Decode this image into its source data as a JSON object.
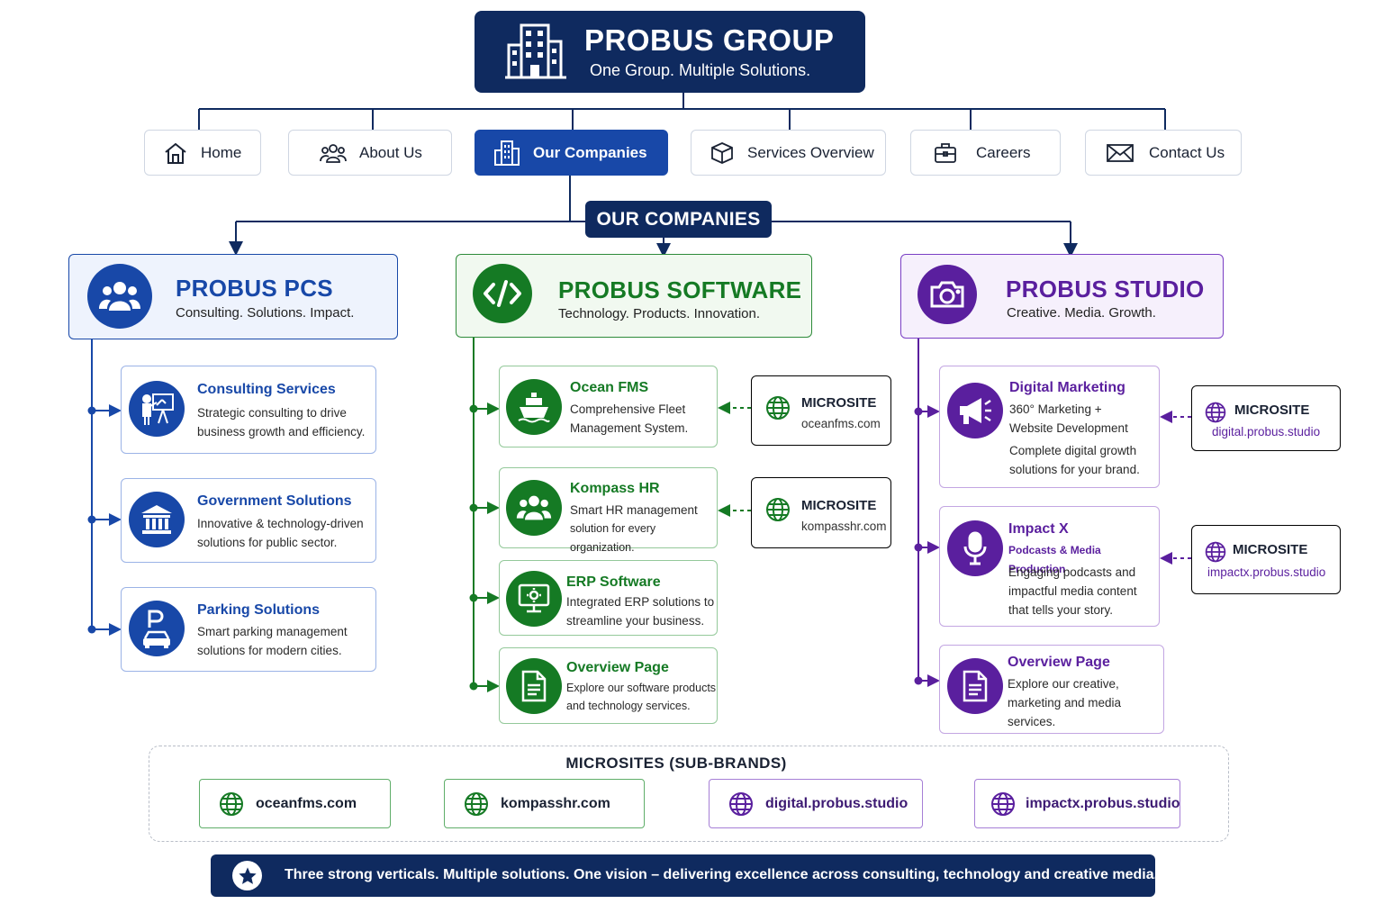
{
  "header": {
    "title": "PROBUS GROUP",
    "subtitle": "One Group. Multiple Solutions.",
    "icon": "building-icon"
  },
  "nav": {
    "home": "Home",
    "about": "About Us",
    "companies": "Our Companies",
    "services": "Services Overview",
    "careers": "Careers",
    "contact": "Contact Us"
  },
  "section_label": "OUR COMPANIES",
  "colors": {
    "navy": "#0f2a5f",
    "blue": "#1848a8",
    "green": "#157a24",
    "purple": "#5a1f9e"
  },
  "pcs": {
    "name": "PROBUS PCS",
    "tagline": "Consulting. Solutions. Impact.",
    "items": [
      {
        "title": "Consulting Services",
        "desc1": "Strategic consulting to drive",
        "desc2": "business growth and efficiency."
      },
      {
        "title": "Government Solutions",
        "desc1": "Innovative & technology-driven",
        "desc2": "solutions for public sector."
      },
      {
        "title": "Parking Solutions",
        "desc1": "Smart parking management",
        "desc2": "solutions for modern cities."
      }
    ]
  },
  "software": {
    "name": "PROBUS SOFTWARE",
    "tagline": "Technology. Products. Innovation.",
    "items": [
      {
        "title": "Ocean FMS",
        "desc1": "Comprehensive Fleet",
        "desc2": "Management System."
      },
      {
        "title": "Kompass HR",
        "desc1": "Smart HR management",
        "desc2": "solution for every organization."
      },
      {
        "title": "ERP Software",
        "desc1": "Integrated ERP solutions to",
        "desc2": "streamline your business."
      },
      {
        "title": "Overview Page",
        "desc1": "Explore our software products",
        "desc2": "and technology services."
      }
    ],
    "microsites": [
      {
        "label": "MICROSITE",
        "url": "oceanfms.com"
      },
      {
        "label": "MICROSITE",
        "url": "kompasshr.com"
      }
    ]
  },
  "studio": {
    "name": "PROBUS STUDIO",
    "tagline": "Creative. Media. Growth.",
    "items": [
      {
        "title": "Digital Marketing",
        "desc1": "360° Marketing +",
        "desc2": "Website Development",
        "desc3": "Complete digital growth",
        "desc4": "solutions for your brand."
      },
      {
        "title": "Impact X",
        "sub": "Podcasts & Media Production",
        "desc1": "Engaging podcasts and",
        "desc2": "impactful media content",
        "desc3": "that tells your story."
      },
      {
        "title": "Overview Page",
        "desc1": "Explore our creative,",
        "desc2": "marketing and media",
        "desc3": "services."
      }
    ],
    "microsites": [
      {
        "label": "MICROSITE",
        "url": "digital.probus.studio"
      },
      {
        "label": "MICROSITE",
        "url": "impactx.probus.studio"
      }
    ]
  },
  "microsites_section": {
    "title": "MICROSITES (SUB-BRANDS)",
    "chips": [
      "oceanfms.com",
      "kompasshr.com",
      "digital.probus.studio",
      "impactx.probus.studio"
    ]
  },
  "footer": {
    "text": "Three strong verticals. Multiple solutions. One vision – delivering excellence across consulting, technology and creative media."
  }
}
